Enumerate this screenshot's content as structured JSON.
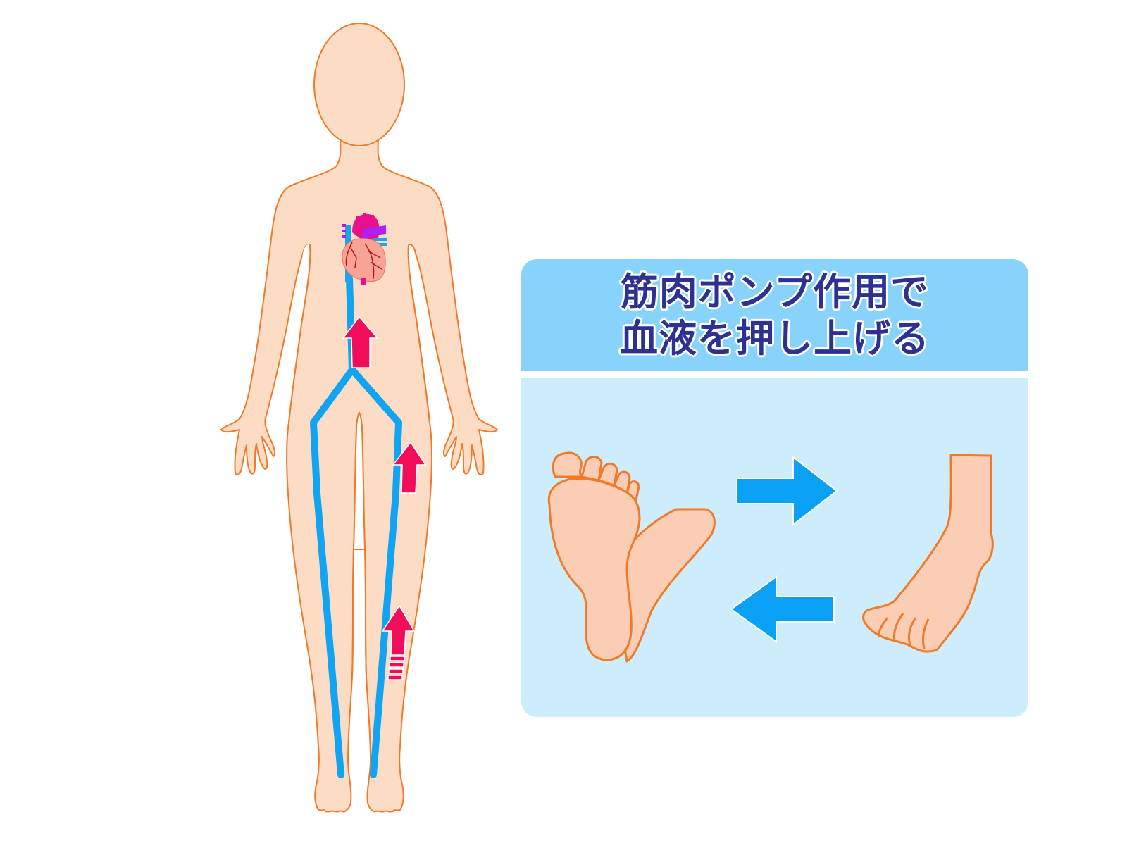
{
  "panel": {
    "title_lines": [
      "筋肉ポンプ作用で",
      "血液を押し上げる"
    ]
  },
  "colors": {
    "skin": "#fddcc6",
    "outline": "#f07a28",
    "vein": "#12a4f0",
    "arrow": "#f00d5a",
    "header_bg": "#87d3fb",
    "body_bg": "#cdecfc",
    "title_text": "#2e3191",
    "foot": "#fbcdb5"
  },
  "figure": {
    "elements": [
      "human-body-outline",
      "heart",
      "leg-veins",
      "upward-flow-arrows"
    ]
  },
  "diagram": {
    "foot_left": "foot-flexed-toes-up",
    "foot_right": "foot-pointed-toes-down",
    "arrow_top": "right-arrow",
    "arrow_bottom": "left-arrow"
  }
}
